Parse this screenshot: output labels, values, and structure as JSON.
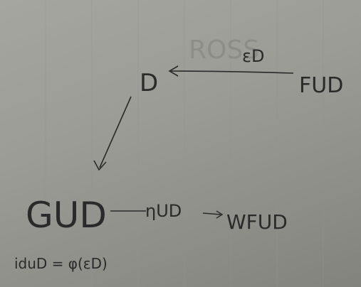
{
  "nodes": {
    "top_node": "D",
    "right_node": "FUD",
    "bottom_left_node": "GUD",
    "bottom_right_node": "WFUD"
  },
  "edges": {
    "right_to_top_label": "εD",
    "bottom_edge_label": "ηUD"
  },
  "annotations": {
    "bottom_note": "iduD = φ(εD)",
    "background_ghost_text": "ROSS"
  },
  "colors": {
    "ink": "#2a2a2a",
    "paper": "#9c9c96",
    "rule_line": "#8c929e"
  }
}
